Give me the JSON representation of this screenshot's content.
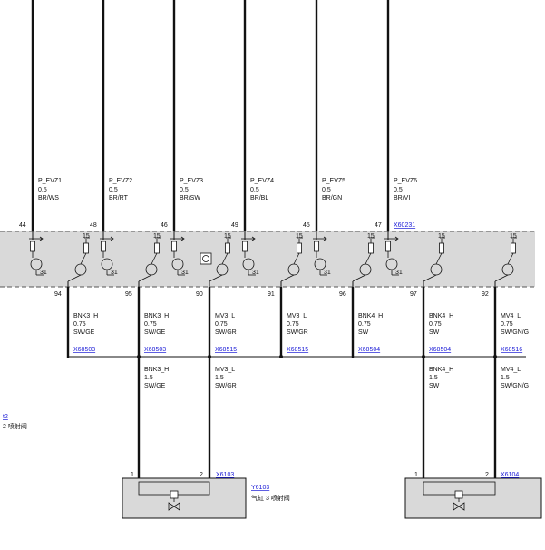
{
  "colors": {
    "link": "#1a1ad6",
    "module_fill": "#d9d9d9",
    "wire": "#111111"
  },
  "top_wires": [
    {
      "name": "P_EVZ1",
      "size": "0.5",
      "color": "BR/WS",
      "pin": "44"
    },
    {
      "name": "P_EVZ2",
      "size": "0.5",
      "color": "BR/RT",
      "pin": "48"
    },
    {
      "name": "P_EVZ3",
      "size": "0.5",
      "color": "BR/SW",
      "pin": "46"
    },
    {
      "name": "P_EVZ4",
      "size": "0.5",
      "color": "BR/BL",
      "pin": "49"
    },
    {
      "name": "P_EVZ5",
      "size": "0.5",
      "color": "BR/GN",
      "pin": "45"
    },
    {
      "name": "P_EVZ6",
      "size": "0.5",
      "color": "BR/VI",
      "pin": "47"
    }
  ],
  "module_connector": "X60231",
  "module_labels": {
    "supply": "15",
    "ground": "31"
  },
  "bottom_wires": [
    {
      "pin": "94"
    },
    {
      "pin": "95",
      "name": "BNK3_H",
      "size": "0.75",
      "color": "SW/GE",
      "connector": "X68503"
    },
    {
      "pin": "90",
      "name": "BNK3_H",
      "size": "0.75",
      "color": "SW/GE",
      "connector": "X68503"
    },
    {
      "pin": "",
      "name": "MV3_L",
      "size": "0.75",
      "color": "SW/GR",
      "connector": "X68515"
    },
    {
      "pin": "91",
      "name": "MV3_L",
      "size": "0.75",
      "color": "SW/GR",
      "connector": "X68515"
    },
    {
      "pin": "96",
      "name": "BNK4_H",
      "size": "0.75",
      "color": "SW",
      "connector": "X68504"
    },
    {
      "pin": "97",
      "name": "BNK4_H",
      "size": "0.75",
      "color": "SW",
      "connector": "X68504"
    },
    {
      "pin": "92",
      "name": "MV4_L",
      "size": "0.75",
      "color": "SW/GN/G",
      "connector": "X68516"
    }
  ],
  "lower_wires": [
    {
      "name": "BNK3_H",
      "size": "1.5",
      "color": "SW/GE"
    },
    {
      "name": "MV3_L",
      "size": "1.5",
      "color": "SW/GR"
    },
    {
      "name": "BNK4_H",
      "size": "1.5",
      "color": "SW"
    },
    {
      "name": "MV4_L",
      "size": "1.5",
      "color": "SW/GN/G"
    }
  ],
  "left_partial": {
    "link": "t2",
    "desc": "2 喷射阀"
  },
  "injector3": {
    "pin1": "1",
    "pin2": "2",
    "connector": "X6103",
    "id": "Y6103",
    "desc": "气缸 3 喷射阀"
  },
  "injector4": {
    "pin1": "1",
    "pin2": "2",
    "connector": "X6104"
  }
}
